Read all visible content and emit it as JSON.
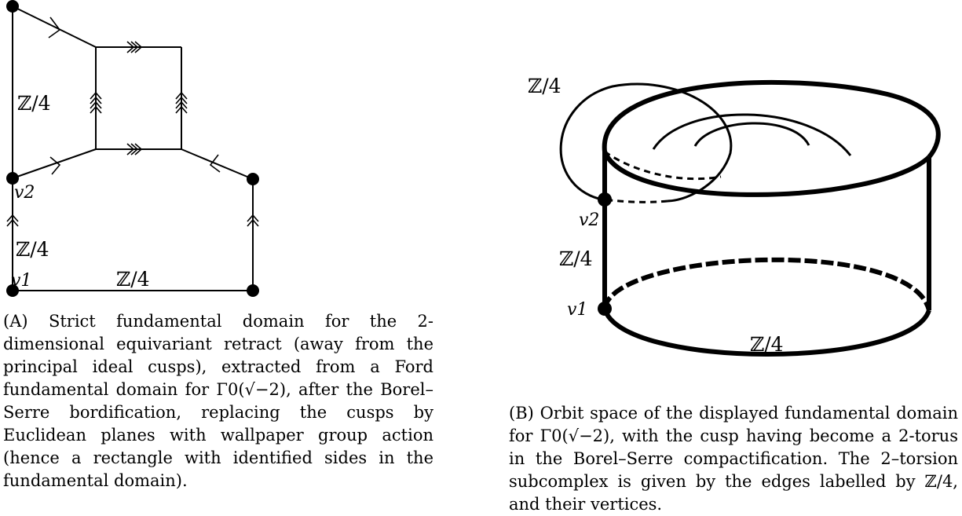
{
  "figure_a": {
    "labels": {
      "z4_left": "ℤ/4",
      "v2": "v2",
      "z4_lower_left": "ℤ/4",
      "v1": "v1",
      "z4_bottom": "ℤ/4"
    },
    "caption": {
      "tag": "(A)",
      "text": "Strict fundamental domain for the 2-dimensional equivariant retract (away from the principal ideal cusps), extracted from a Ford fundamental domain for Γ0(√−2), after the Borel–Serre bordification, replacing the cusps by Euclidean planes with wallpaper group action (hence a rectangle with identified sides in the fundamental domain)."
    }
  },
  "figure_b": {
    "labels": {
      "z4_top": "ℤ/4",
      "v2": "v2",
      "z4_middle": "ℤ/4",
      "v1": "v1",
      "z4_bottom": "ℤ/4"
    },
    "caption": {
      "tag": "(B)",
      "text": "Orbit space of the displayed fundamental domain for Γ0(√−2), with the cusp having become a 2-torus in the Borel–Serre compactification. The 2–torsion subcomplex is given by the edges labelled by ℤ/4, and their vertices."
    }
  }
}
